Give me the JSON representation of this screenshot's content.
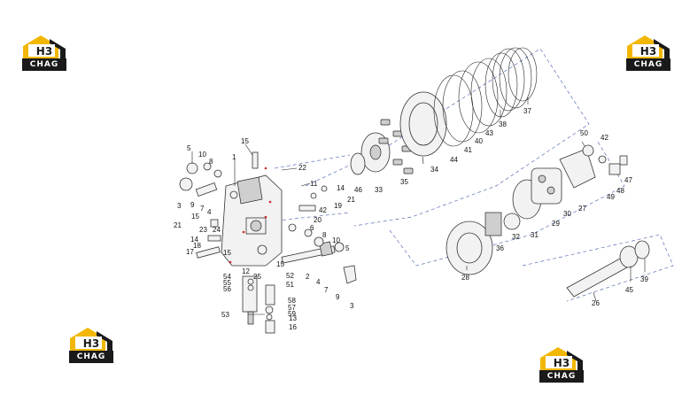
{
  "logos": [
    {
      "id": "logo-top-left",
      "letters": "H3",
      "text": "CHAG"
    },
    {
      "id": "logo-top-right",
      "letters": "H3",
      "text": "CHAG"
    },
    {
      "id": "logo-bottom-left",
      "letters": "H3",
      "text": "CHAG"
    },
    {
      "id": "logo-bottom-right",
      "letters": "H3",
      "text": "CHAG"
    }
  ],
  "colors": {
    "logo_yellow": "#f2b705",
    "logo_dark": "#1a1a1a",
    "callout_red": "#cc2a2a",
    "dash_blue": "#5a6fb8"
  },
  "callouts": [
    "1",
    "2",
    "3",
    "3",
    "4",
    "4",
    "5",
    "5",
    "6",
    "7",
    "7",
    "8",
    "8",
    "9",
    "9",
    "10",
    "10",
    "11",
    "12",
    "13",
    "14",
    "14",
    "15",
    "15",
    "15",
    "15",
    "16",
    "17",
    "18",
    "19",
    "20",
    "21",
    "21",
    "22",
    "23",
    "24",
    "25",
    "26",
    "27",
    "28",
    "29",
    "30",
    "31",
    "32",
    "33",
    "34",
    "35",
    "36",
    "37",
    "38",
    "39",
    "40",
    "41",
    "42",
    "42",
    "43",
    "44",
    "45",
    "46",
    "47",
    "48",
    "49",
    "50",
    "51",
    "52",
    "53",
    "54",
    "55",
    "56",
    "57",
    "58",
    "59"
  ]
}
